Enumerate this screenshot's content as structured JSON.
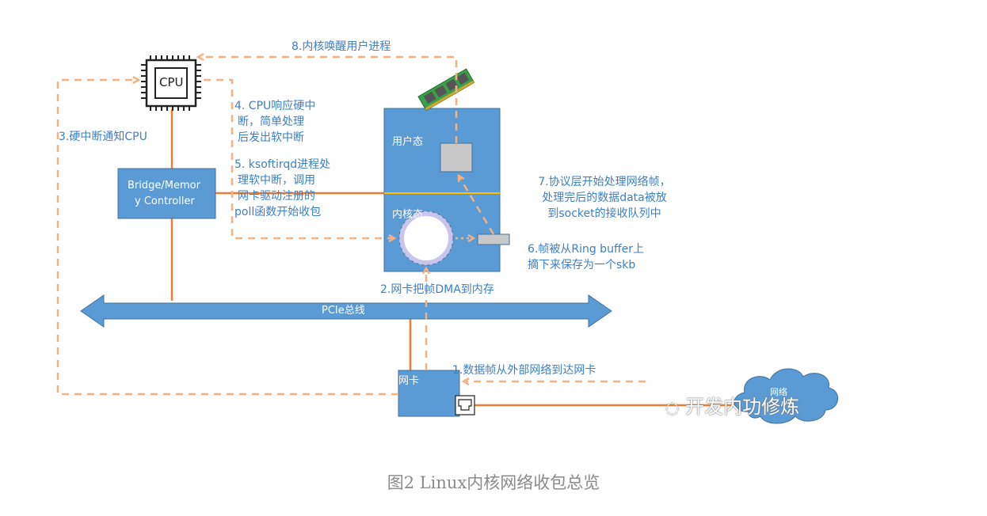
{
  "colors": {
    "box_blue": "#5b9bd5",
    "box_border": "#41719c",
    "solid_line": "#ed7d31",
    "dashed_line": "#f4b183",
    "label_text": "#3d7fc1",
    "divider": "#ffc000",
    "skb_gray": "#c8c8c8",
    "ring_buffer": "#c5c5f0",
    "caption_text": "#8a8a8a"
  },
  "nodes": {
    "cpu": {
      "label": "CPU",
      "icon": "cpu-chip-icon"
    },
    "bridge": {
      "line1": "Bridge/Memor",
      "line2": "y Controller"
    },
    "memory": {
      "icon": "ram-module-icon",
      "user_space": "用户态",
      "kernel_space": "内核态"
    },
    "pcie": {
      "label": "PCIe总线"
    },
    "nic": {
      "label": "网卡",
      "port_icon": "ethernet-port-icon"
    },
    "network": {
      "label": "网络",
      "icon": "cloud-icon"
    }
  },
  "steps": [
    {
      "id": 1,
      "lines": [
        "1.数据帧从外部网络到达网卡"
      ]
    },
    {
      "id": 2,
      "lines": [
        "2.网卡把帧DMA到内存"
      ]
    },
    {
      "id": 3,
      "lines": [
        "3.硬中断通知CPU"
      ]
    },
    {
      "id": 4,
      "lines": [
        "4. CPU响应硬中",
        "断，简单处理",
        "后发出软中断"
      ]
    },
    {
      "id": 5,
      "lines": [
        "5. ksoftirqd进程处",
        "理软中断，调用",
        "网卡驱动注册的",
        "poll函数开始收包"
      ]
    },
    {
      "id": 6,
      "lines": [
        "6.帧被从Ring buffer上",
        "摘下来保存为一个skb"
      ]
    },
    {
      "id": 7,
      "lines": [
        "7.协议层开始处理网络帧，",
        "处理完后的数据data被放",
        "到socket的接收队列中"
      ]
    },
    {
      "id": 8,
      "lines": [
        "8.内核唤醒用户进程"
      ]
    }
  ],
  "watermark": "开发内功修炼",
  "caption": "图2 Linux内核网络收包总览"
}
